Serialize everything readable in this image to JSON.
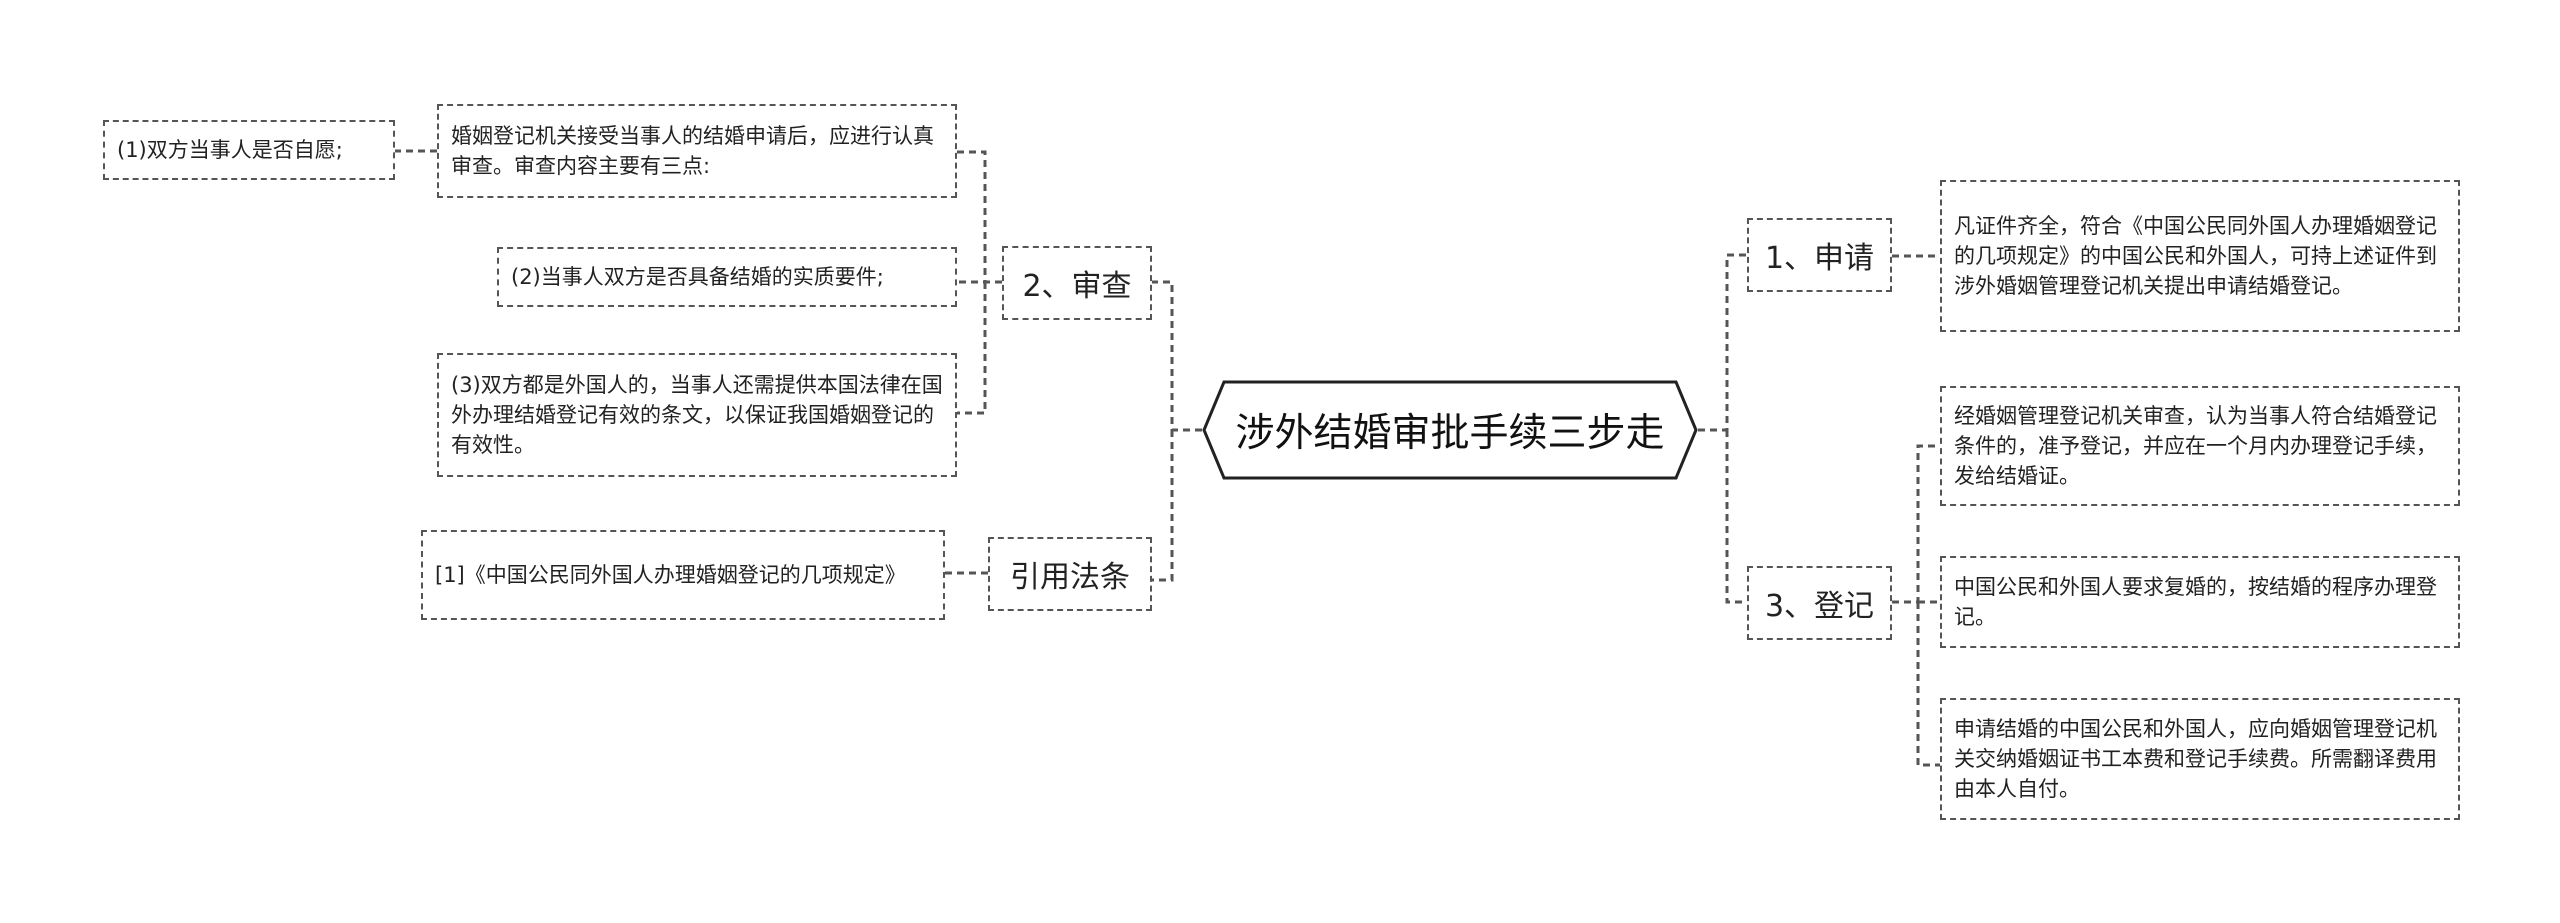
{
  "root": {
    "label": "涉外结婚审批手续三步走"
  },
  "left": {
    "review": {
      "label": "2、审查",
      "intro": "婚姻登记机关接受当事人的结婚申请后，应进行认真审查。审查内容主要有三点:",
      "point1": "(1)双方当事人是否自愿;",
      "point2": "(2)当事人双方是否具备结婚的实质要件;",
      "point3": "(3)双方都是外国人的，当事人还需提供本国法律在国外办理结婚登记有效的条文，以保证我国婚姻登记的有效性。"
    },
    "law": {
      "label": "引用法条",
      "ref": "[1]《中国公民同外国人办理婚姻登记的几项规定》"
    }
  },
  "right": {
    "apply": {
      "label": "1、申请",
      "detail": "凡证件齐全，符合《中国公民同外国人办理婚姻登记的几项规定》的中国公民和外国人，可持上述证件到涉外婚姻管理登记机关提出申请结婚登记。"
    },
    "register": {
      "label": "3、登记",
      "detail1": "经婚姻管理登记机关审查，认为当事人符合结婚登记条件的，准予登记，并应在一个月内办理登记手续，发给结婚证。",
      "detail2": "中国公民和外国人要求复婚的，按结婚的程序办理登记。",
      "detail3": "申请结婚的中国公民和外国人，应向婚姻管理登记机关交纳婚姻证书工本费和登记手续费。所需翻译费用由本人自付。"
    }
  },
  "colors": {
    "line": "#555555",
    "text": "#222222",
    "background": "#ffffff"
  }
}
